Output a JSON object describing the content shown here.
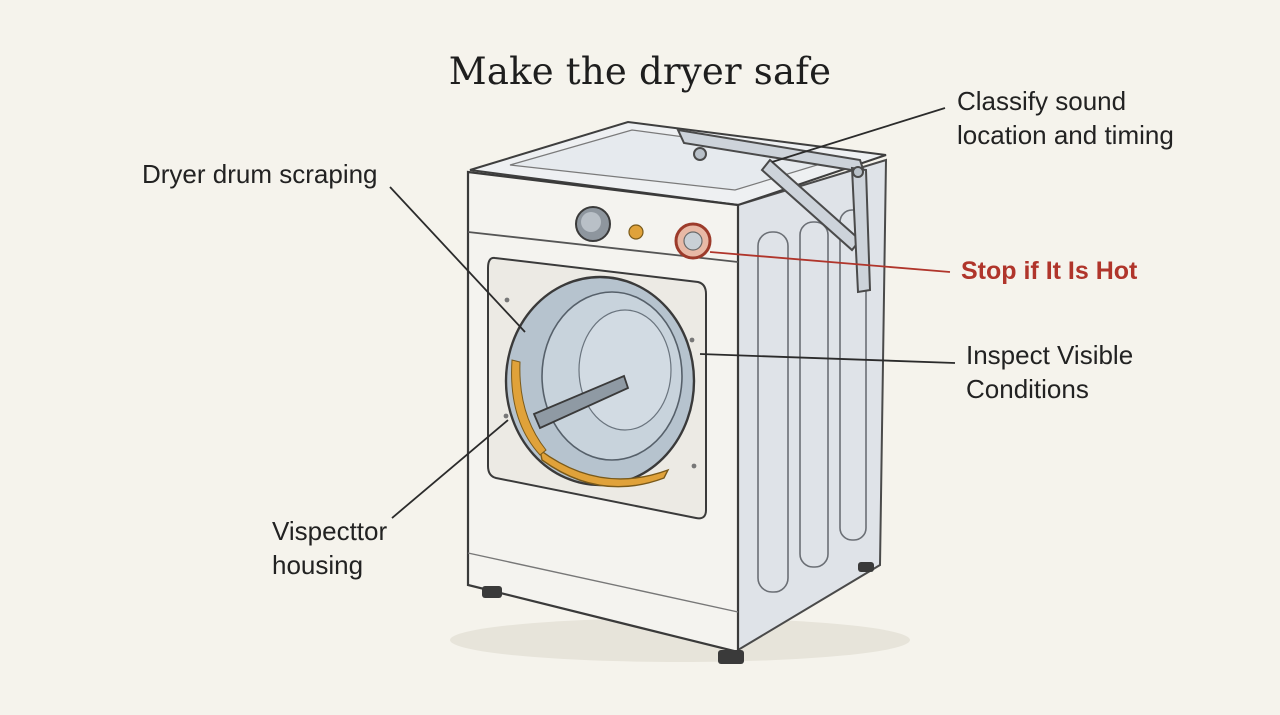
{
  "title": "Make the dryer safe",
  "labels": {
    "drum_scraping": "Dryer drum scraping",
    "housing_line1": "Vispecttor",
    "housing_line2": "housing",
    "classify_line1": "Classify sound",
    "classify_line2": "location and timing",
    "stop_hot": "Stop if It Is Hot",
    "inspect_line1": "Inspect Visible",
    "inspect_line2": "Conditions"
  },
  "colors": {
    "background": "#f5f3ec",
    "ink": "#222222",
    "alert": "#b0352b",
    "accent_orange": "#e0a23a"
  }
}
